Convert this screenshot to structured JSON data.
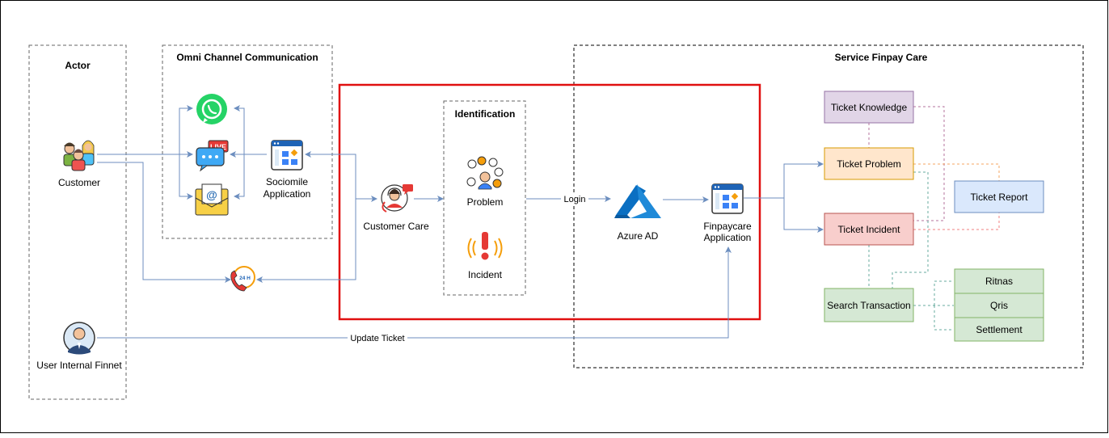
{
  "groups": {
    "actor": "Actor",
    "omni": "Omni Channel Communication",
    "identification": "Identification",
    "service": "Service Finpay Care"
  },
  "nodes": {
    "customer": "Customer",
    "user_internal": "User Internal Finnet",
    "sociomile_line1": "Sociomile",
    "sociomile_line2": "Application",
    "customer_care": "Customer Care",
    "problem": "Problem",
    "incident": "Incident",
    "azure_ad": "Azure AD",
    "finpaycare_line1": "Finpaycare",
    "finpaycare_line2": "Application",
    "ticket_knowledge": "Ticket Knowledge",
    "ticket_problem": "Ticket Problem",
    "ticket_incident": "Ticket Incident",
    "ticket_report": "Ticket Report",
    "search_transaction": "Search Transaction",
    "ritnas": "Ritnas",
    "qris": "Qris",
    "settlement": "Settlement"
  },
  "edges": {
    "login": "Login",
    "update_ticket": "Update Ticket"
  },
  "icons": {
    "live_badge": "LIVE",
    "hours_badge": "24 H",
    "email_symbol": "@"
  },
  "colors": {
    "arrow": "#6c8ebf",
    "highlight": "#e01010",
    "knowledge_fill": "#e1d5e7",
    "knowledge_stroke": "#9673a6",
    "problem_fill": "#ffe6cc",
    "problem_stroke": "#d79b00",
    "incident_fill": "#f8cecc",
    "incident_stroke": "#b85450",
    "report_fill": "#dae8fc",
    "report_stroke": "#6c8ebf",
    "green_fill": "#d5e8d4",
    "green_stroke": "#82b366"
  }
}
